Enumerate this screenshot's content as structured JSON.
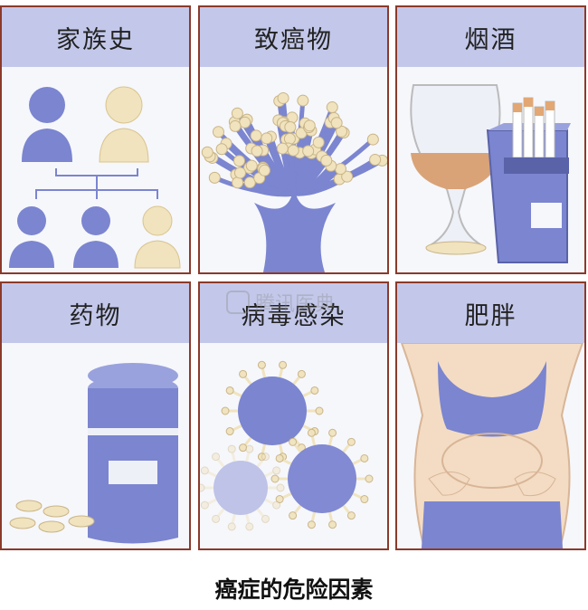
{
  "panels": [
    {
      "title": "家族史",
      "icon": "family-tree-icon"
    },
    {
      "title": "致癌物",
      "icon": "carcinogen-mushroom-icon"
    },
    {
      "title": "烟酒",
      "icon": "wine-cigarettes-icon"
    },
    {
      "title": "药物",
      "icon": "medicine-bottle-icon"
    },
    {
      "title": "病毒感染",
      "icon": "virus-icon"
    },
    {
      "title": "肥胖",
      "icon": "obese-belly-icon"
    }
  ],
  "caption": "癌症的危险因素",
  "watermark": "腾讯医典",
  "colors": {
    "border": "#8b3a2a",
    "header": "#c3c8ea",
    "purple": "#7b85d0",
    "cream": "#f0e3be",
    "panel_bg": "#f6f7fb"
  }
}
